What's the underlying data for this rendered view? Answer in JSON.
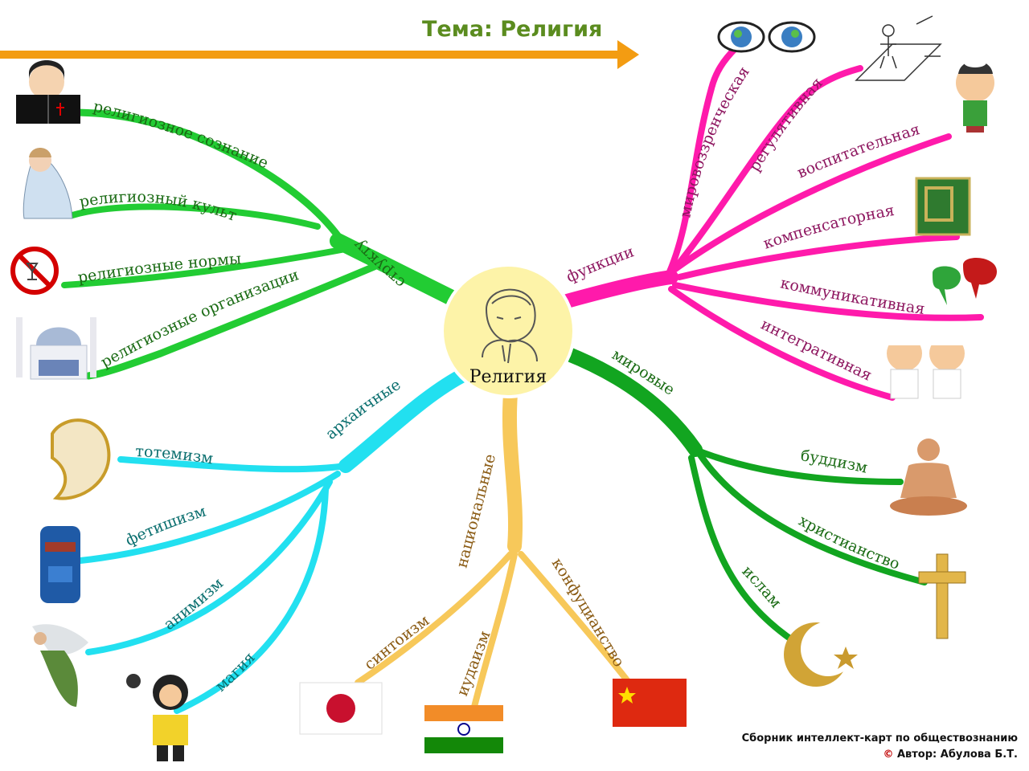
{
  "title": "Тема: Религия",
  "center": "Религия",
  "colors": {
    "title": "#5b8c1f",
    "arrow": "#f39c12",
    "structure": "#22cc33",
    "functions": "#ff1aab",
    "archaic": "#22e0f0",
    "national": "#f7c85a",
    "world": "#12a520",
    "center_fill": "#fdf3a8",
    "label_green": "#1a6b14",
    "label_magenta": "#8e1760",
    "label_teal": "#0b6f6f",
    "label_brown": "#8a5a12"
  },
  "branches": {
    "structure": {
      "label": "структура",
      "items": [
        "религиозное сознание",
        "религиозный культ",
        "религиозные нормы",
        "религиозные организации"
      ]
    },
    "functions": {
      "label": "функции",
      "items": [
        "мировоззренческая",
        "регулятивная",
        "воспитательная",
        "компенсаторная",
        "коммуникативная",
        "интегративная"
      ]
    },
    "archaic": {
      "label": "архаичные",
      "items": [
        "тотемизм",
        "фетишизм",
        "анимизм",
        "магия"
      ]
    },
    "national": {
      "label": "национальные",
      "items": [
        "синтоизм",
        "иудаизм",
        "конфуцианство"
      ]
    },
    "world": {
      "label": "мировые",
      "items": [
        "буддизм",
        "христианство",
        "ислам"
      ]
    }
  },
  "footer": {
    "line1": "Сборник интеллект-карт по обществознанию",
    "copyright_symbol": "©",
    "line2": "Автор: Абулова Б.Т."
  }
}
